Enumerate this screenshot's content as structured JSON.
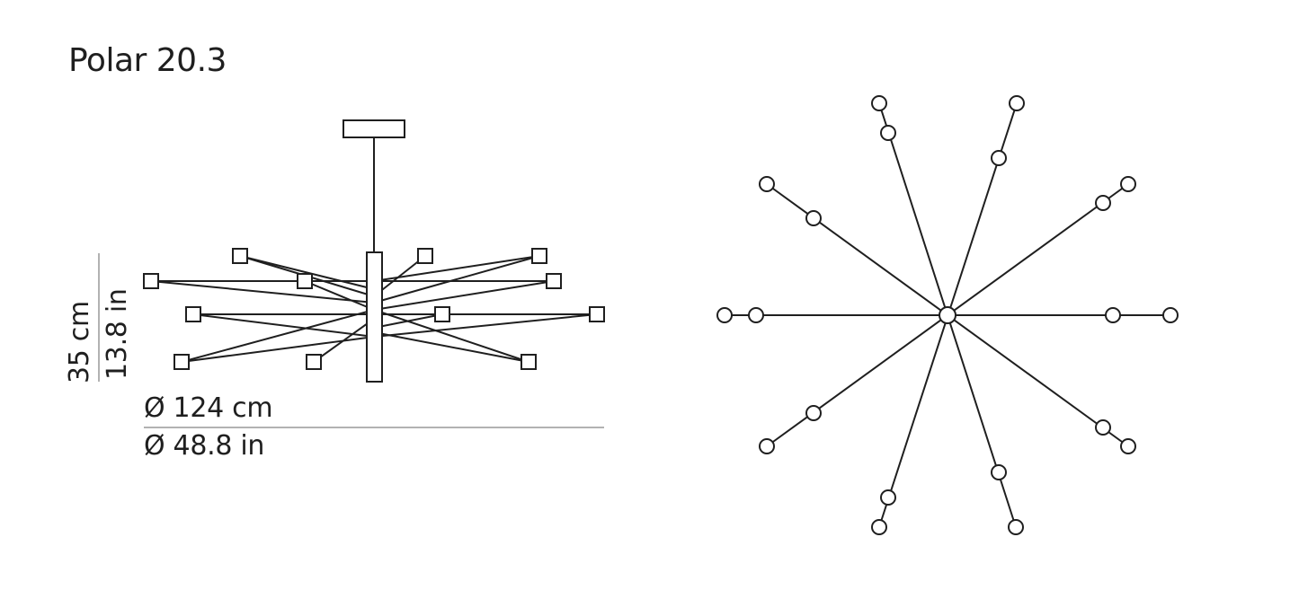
{
  "product": {
    "name": "Polar 20.3"
  },
  "dimensions": {
    "height_cm": "35 cm",
    "height_in": "13.8 in",
    "diameter_cm": "Ø 124 cm",
    "diameter_in": "Ø 48.8 in"
  },
  "drawing": {
    "line_color": "#1f1f1f",
    "guide_color": "#999999",
    "fill_color": "#ffffff",
    "side_view": "side-elevation",
    "top_view": "plan-view"
  }
}
